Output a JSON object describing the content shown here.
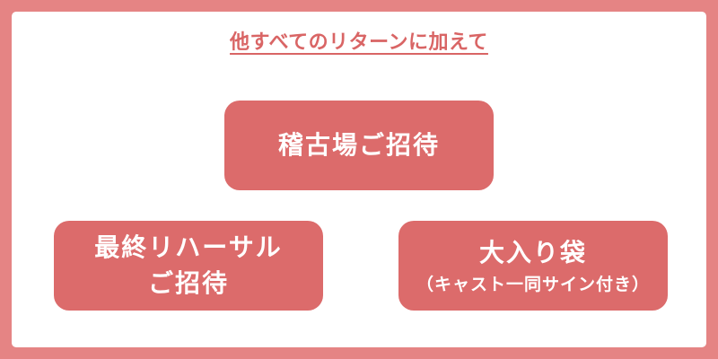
{
  "heading": {
    "text": "他すべてのリターンに加えて"
  },
  "perks": [
    {
      "lines": [
        "稽古場ご招待"
      ],
      "sub": null
    },
    {
      "lines": [
        "最終リハーサル",
        "ご招待"
      ],
      "sub": null
    },
    {
      "lines": [
        "大入り袋"
      ],
      "sub": "（キャスト一同サイン付き）"
    }
  ],
  "colors": {
    "frame": "#e58484",
    "panel": "#ffffff",
    "accent": "#dc6b6b",
    "heading_text": "#d96565",
    "button_text": "#ffffff"
  }
}
